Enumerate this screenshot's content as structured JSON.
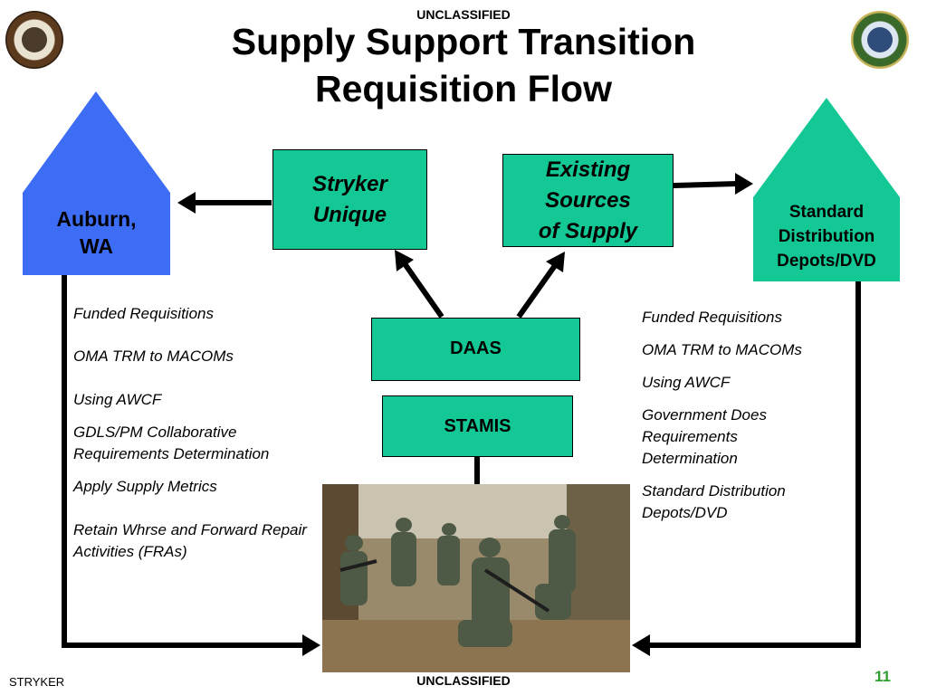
{
  "header": {
    "classification_top": "UNCLASSIFIED",
    "title_line1": "Supply Support Transition",
    "title_line2": "Requisition Flow"
  },
  "footer": {
    "classification_bottom": "UNCLASSIFIED",
    "left_label": "STRYKER",
    "page_number": "11"
  },
  "nodes": {
    "auburn": {
      "line1": "Auburn,",
      "line2": "WA"
    },
    "depots": {
      "line1": "Standard",
      "line2": "Distribution",
      "line3": "Depots/DVD"
    },
    "stryker_unique": {
      "line1": "Stryker",
      "line2": "Unique"
    },
    "existing_sources": {
      "line1": "Existing",
      "line2": "Sources",
      "line3": "of Supply"
    },
    "daas": "DAAS",
    "stamis": "STAMIS"
  },
  "left_notes": [
    "Funded Requisitions",
    "OMA TRM to MACOMs",
    "Using AWCF",
    "GDLS/PM Collaborative Requirements Determination",
    "Apply Supply Metrics",
    "Retain Whrse and Forward Repair Activities (FRAs)"
  ],
  "right_notes": [
    "Funded Requisitions",
    "OMA TRM to MACOMs",
    "Using AWCF",
    "Government Does Requirements Determination",
    "Standard Distribution Depots/DVD"
  ],
  "colors": {
    "auburn_house": "#3d6cf5",
    "depot_house": "#14c896",
    "box_fill": "#14c896",
    "page_number": "#2f9d2f"
  },
  "icons": {
    "left_seal": "program-executive-office-seal-icon",
    "right_seal": "program-manager-seal-icon"
  }
}
